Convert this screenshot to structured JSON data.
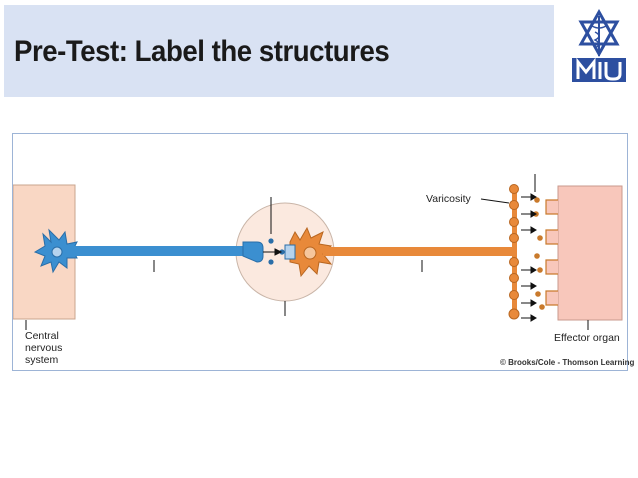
{
  "slide": {
    "title": "Pre-Test: Label the structures"
  },
  "diagram": {
    "labels": {
      "cns": "Central\nnervous\nsystem",
      "varicosity": "Varicosity",
      "effector": "Effector organ",
      "credit": "© Brooks/Cole - Thomson Learning"
    }
  },
  "colors": {
    "banner": "#d9e2f3",
    "preganglionic": "#3b8fd0",
    "postganglionic": "#e8893a",
    "cns_tissue": "#f9d7c4",
    "ganglion": "#fbe9df",
    "effector": "#f8c7bb",
    "neurotransmitter_dots": "#c97a2c",
    "logo_blue": "#2d4fa0"
  },
  "icons": {
    "logo": "star-of-david-caduceus-logo"
  }
}
